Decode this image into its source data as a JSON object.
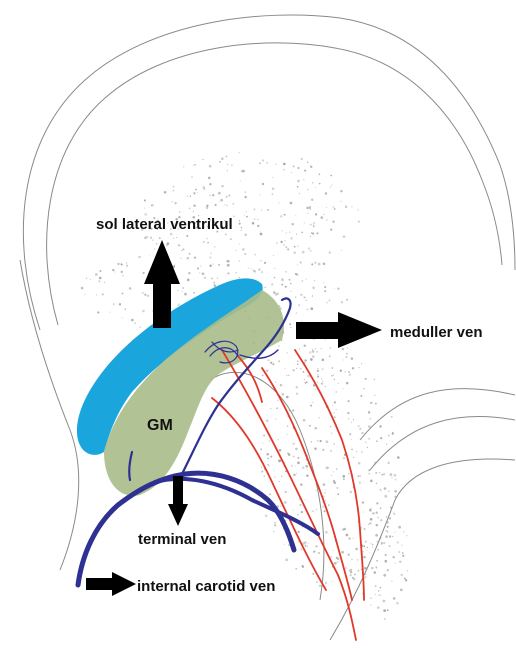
{
  "labels": {
    "ventricle": "sol lateral ventrikul",
    "medullary": "meduller ven",
    "germinal": "GM",
    "terminal": "terminal ven",
    "carotid": "internal carotid ven"
  },
  "colors": {
    "outline": "#8a8a8a",
    "ventricle": "#1aa6dc",
    "germinal_matrix": "#a8bd8a",
    "vein": "#2e3192",
    "artery": "#e0392a",
    "arrow": "#000000"
  }
}
